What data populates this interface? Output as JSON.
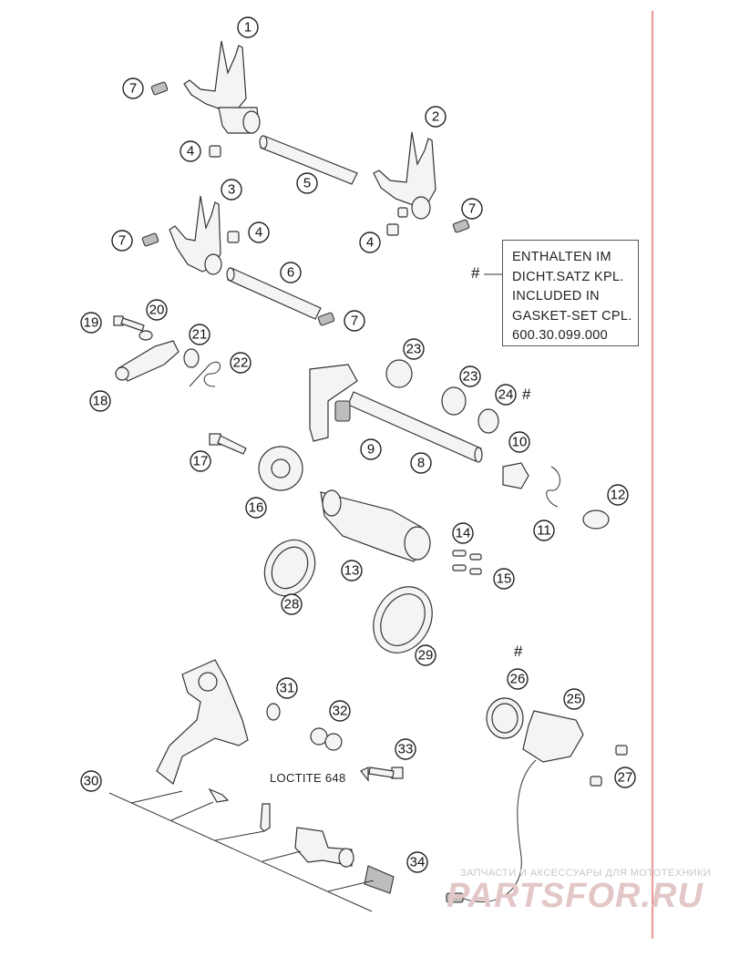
{
  "diagram": {
    "callouts": [
      "1",
      "2",
      "3",
      "4",
      "4",
      "4",
      "5",
      "6",
      "7",
      "7",
      "7",
      "7",
      "8",
      "9",
      "10",
      "11",
      "12",
      "13",
      "14",
      "15",
      "16",
      "17",
      "18",
      "19",
      "20",
      "21",
      "22",
      "23",
      "23",
      "24",
      "25",
      "26",
      "27",
      "28",
      "29",
      "30",
      "31",
      "32",
      "33",
      "34"
    ],
    "note_lines": [
      "ENTHALTEN IM",
      "DICHT.SATZ KPL.",
      "INCLUDED IN",
      "GASKET-SET CPL.",
      "600.30.099.000"
    ],
    "hash_symbol": "#",
    "loctite_label": "LOCTITE 648",
    "watermark_top": "ЗАПЧАСТИ И АКСЕССУАРЫ ДЛЯ МОТОТЕХНИКИ",
    "watermark_logo": "PARTSFOR.RU",
    "accent_line_color": "#e05050"
  }
}
